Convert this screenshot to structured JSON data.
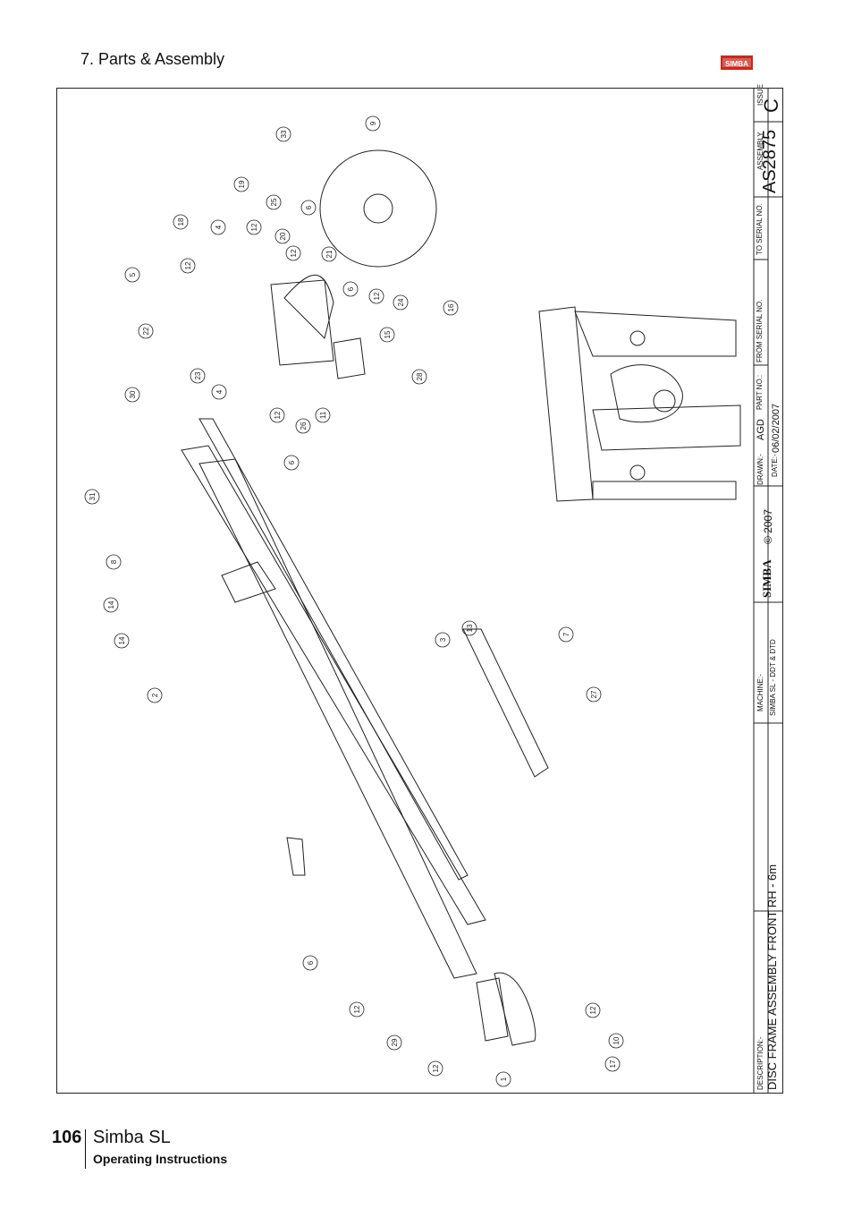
{
  "header": {
    "section_title": "7. Parts & Assembly",
    "logo_text": "SIMBA"
  },
  "title_block": {
    "issue_label": "ISSUE",
    "issue_value": "C",
    "assembly_label": "ASSEMBLY",
    "assembly_value": "AS2875",
    "to_serial_label": "TO SERIAL NO.",
    "from_serial_label": "FROM SERIAL NO.",
    "part_no_label": "PART NO.:",
    "drawn_label": "DRAWN:-",
    "drawn_value": "AGD",
    "date_label": "DATE:-",
    "date_value": "06/02/2007",
    "copyright": "© 2007",
    "brand": "SIMBA",
    "machine_label": "MACHINE:-",
    "machine_value": "SIMBA SL - DDT & DTD",
    "description_label": "DESCRIPTION:-",
    "description_value": "DISC FRAME ASSEMBLY FRONT RH - 6m"
  },
  "callouts": [
    "33",
    "9",
    "19",
    "25",
    "6",
    "18",
    "4",
    "12",
    "20",
    "21",
    "12",
    "5",
    "12",
    "6",
    "12",
    "24",
    "16",
    "22",
    "15",
    "23",
    "4",
    "28",
    "30",
    "12",
    "26",
    "11",
    "6",
    "31",
    "8",
    "14",
    "14",
    "2",
    "3",
    "13",
    "7",
    "27",
    "6",
    "12",
    "12",
    "29",
    "10",
    "12",
    "17",
    "1"
  ],
  "footer": {
    "page_number": "106",
    "model": "Simba SL",
    "subtitle": "Operating Instructions"
  },
  "colors": {
    "line": "#222222",
    "logo_red": "#c8281e"
  }
}
